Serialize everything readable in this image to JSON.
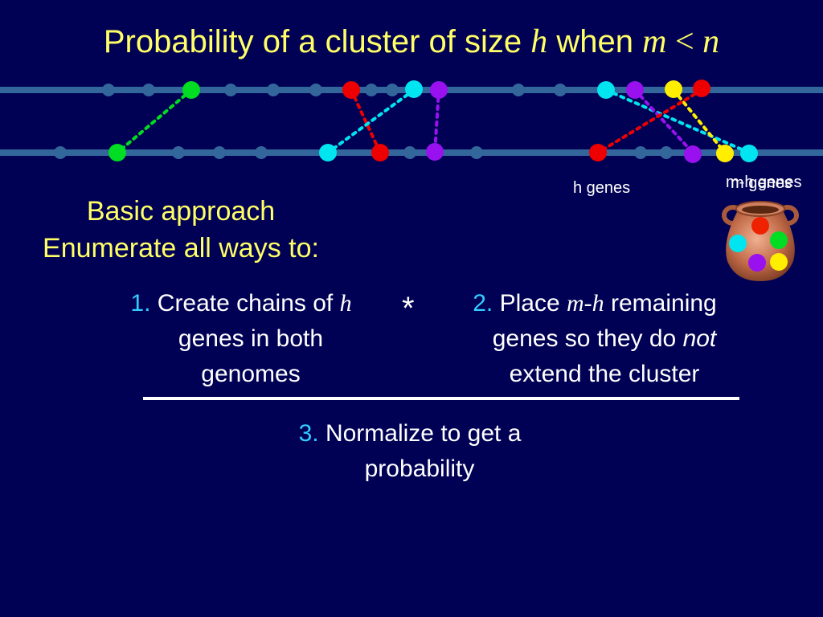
{
  "title": {
    "prefix": "Probability of a cluster of size ",
    "var_h": "h",
    "mid": " when ",
    "var_m": "m",
    "op": " < ",
    "var_n": "n"
  },
  "colors": {
    "background": "#000055",
    "genome_line": "#33669a",
    "title": "#ffff66",
    "number": "#33ccff",
    "green": "#00dd22",
    "red": "#ee0000",
    "cyan": "#00e5f0",
    "purple": "#9911ee",
    "yellow": "#ffee00"
  },
  "labels": {
    "h_genes": "h genes",
    "m_h_genes": "m-h genes",
    "m_genes": "m genes"
  },
  "approach": {
    "line1": "Basic approach",
    "line2": "Enumerate all ways to:"
  },
  "steps": {
    "s1": {
      "num": "1.",
      "pre": "Create chains of ",
      "var": "h",
      "line2": "genes in both",
      "line3": "genomes"
    },
    "s2": {
      "num": "2.",
      "pre": "Place ",
      "var": "m-h",
      "post": " remaining",
      "line2_pre": "genes so they do ",
      "line2_em": "not",
      "line3": "extend the cluster"
    },
    "s3": {
      "num": "3.",
      "line1": "Normalize to get a",
      "line2": "probability"
    }
  },
  "operator": "*",
  "icons": [
    "gene-pot-icon"
  ]
}
